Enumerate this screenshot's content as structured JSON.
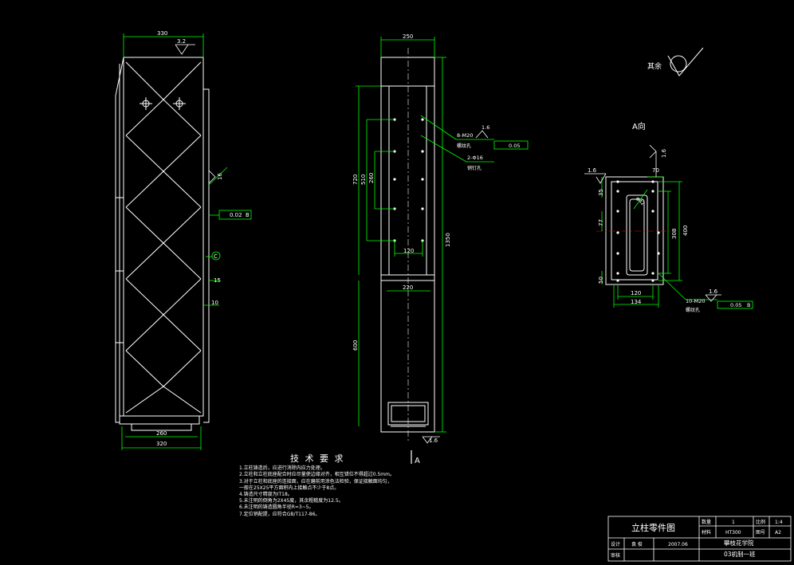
{
  "left_view": {
    "dims": {
      "top_width": "330",
      "roughness_top": "3.2",
      "bottom_inner": "260",
      "bottom_outer": "320",
      "side_16": "16",
      "side_15": "15",
      "side_10": "10",
      "tolerance": "0.02",
      "datum": "B",
      "datum_c": "C"
    }
  },
  "middle_view": {
    "dims": {
      "top_width": "250",
      "height_720": "720",
      "height_510": "510",
      "height_260": "260",
      "spacing_120": "120",
      "bottom_220": "220",
      "height_600": "600",
      "total_1350": "1350",
      "roughness_bottom": "1.6",
      "section_mark": "A"
    },
    "callouts": {
      "thread_holes": "8-M20",
      "thread_label": "螺纹孔",
      "roughness": "1.6",
      "position_tol": "0.05",
      "pin_holes": "2-Φ16",
      "pin_label": "销钉孔"
    }
  },
  "right_view": {
    "rest_note": "其余",
    "view_title": "A向",
    "dims": {
      "rough_left": "1.6",
      "rough_top": "1.6",
      "top_70": "70",
      "left_35": "35",
      "left_77": "77",
      "left_50": "50",
      "height_308": "308",
      "height_400": "400",
      "width_120": "120",
      "width_134": "134",
      "dia_42": "Φ42",
      "rough_bottom": "1.6"
    },
    "callouts": {
      "thread_holes": "10-M20",
      "thread_label": "螺纹孔",
      "position_tol": "0.05",
      "datum": "B"
    }
  },
  "tech_requirements": {
    "title": "技 术 要 求",
    "items": [
      "1.立柱铸造后，应进行消除内应力处理。",
      "2.立柱和立柱底座配合时应尽量使边缘对齐，相互错位不得超过0.5mm。",
      "3.对于立柱和底座的连接面，应在磨前用涂色法检验，保证接触面均匀，",
      "  一般在25X25平方面积内上接触点不少于8点。",
      "4.铸造尺寸精度为IT18。",
      "5.未注明的倒角为2X45度，其余粗糙度为12.5。",
      "6.未注明的铸造圆角半径R=3~5。",
      "7.定位销配提，应符合GB/T117-86。"
    ]
  },
  "title_block": {
    "part_name": "立柱零件图",
    "qty_label": "数量",
    "qty": "1",
    "scale_label": "比例",
    "scale": "1:4",
    "material_label": "材料",
    "material": "HT300",
    "drawing_no_label": "图号",
    "drawing_no": "A2",
    "design_label": "设计",
    "designer": "袁 俊",
    "date": "2007.06",
    "review_label": "审核",
    "school": "攀枝花学院",
    "class": "03机制一班"
  }
}
